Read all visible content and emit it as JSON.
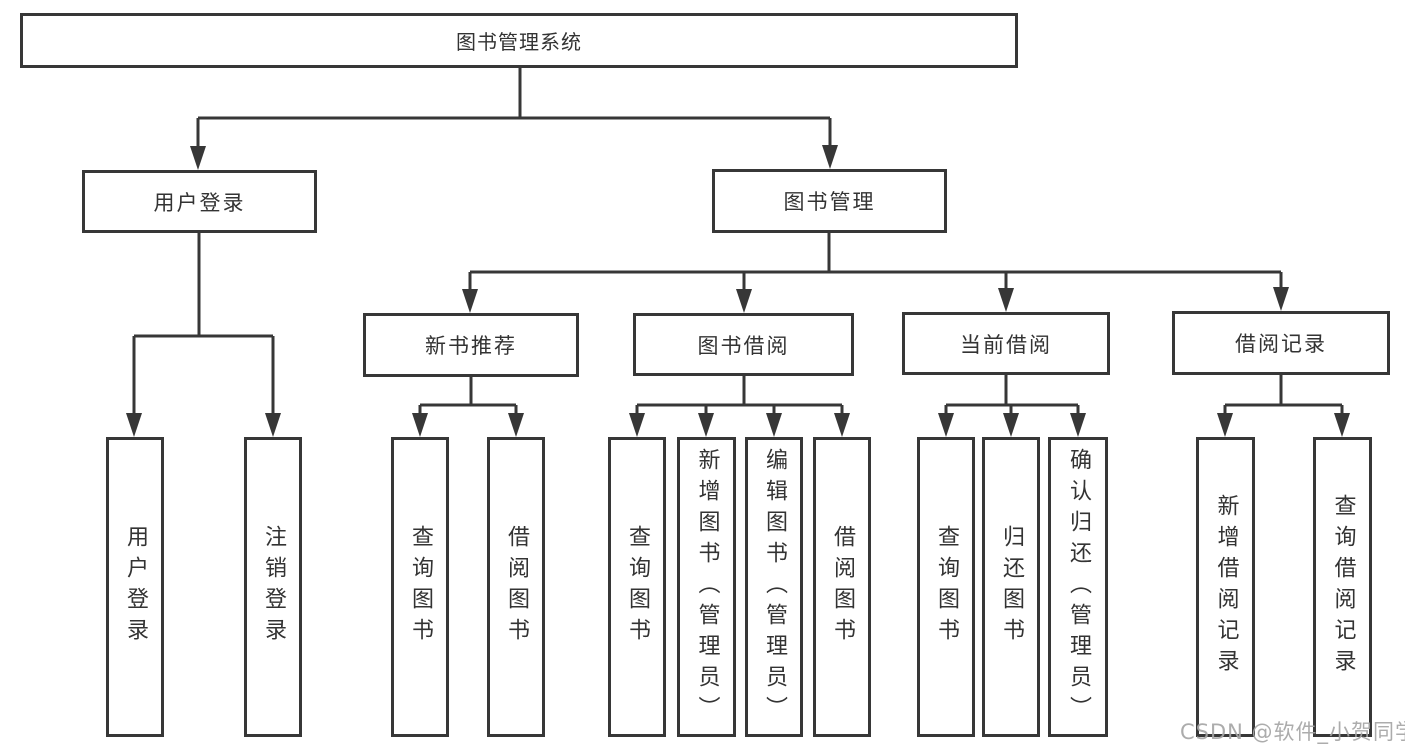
{
  "diagram_title": "图书管理系统",
  "tree": {
    "label": "图书管理系统",
    "children": [
      {
        "label": "用户登录",
        "children": [
          {
            "label": "用户登录"
          },
          {
            "label": "注销登录"
          }
        ]
      },
      {
        "label": "图书管理",
        "children": [
          {
            "label": "新书推荐",
            "children": [
              {
                "label": "查询图书"
              },
              {
                "label": "借阅图书"
              }
            ]
          },
          {
            "label": "图书借阅",
            "children": [
              {
                "label": "查询图书"
              },
              {
                "label": "新增图书（管理员）"
              },
              {
                "label": "编辑图书（管理员）"
              },
              {
                "label": "借阅图书"
              }
            ]
          },
          {
            "label": "当前借阅",
            "children": [
              {
                "label": "查询图书"
              },
              {
                "label": "归还图书"
              },
              {
                "label": "确认归还（管理员）"
              }
            ]
          },
          {
            "label": "借阅记录",
            "children": [
              {
                "label": "新增借阅记录"
              },
              {
                "label": "查询借阅记录"
              }
            ]
          }
        ]
      }
    ]
  },
  "watermark": "CSDN @软件_小贺同学",
  "colors": {
    "line": "#373737",
    "box_border": "#373737",
    "text": "#333333",
    "watermark": "#a5a5a5",
    "background": "#ffffff"
  }
}
